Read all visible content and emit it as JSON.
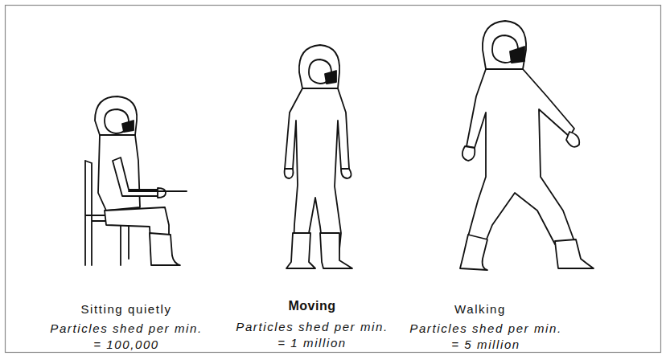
{
  "diagram": {
    "labels": [
      "Sitting quietly",
      "Particles shed per min.",
      "= 100,000",
      "Moving",
      "Particles shed per min.",
      "= 1 million",
      "Walking",
      "Particles shed per min.",
      "= 5 million"
    ]
  }
}
